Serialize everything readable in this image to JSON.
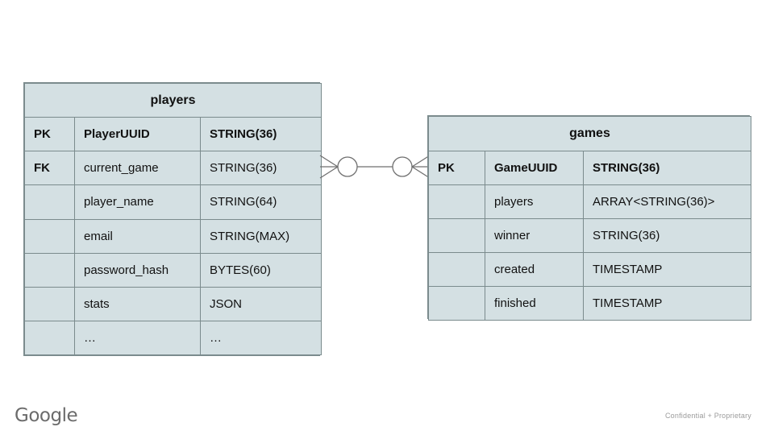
{
  "slide": {
    "background_color": "#ffffff",
    "entity_fill_color": "#d4e0e3",
    "entity_border_color": "#7b8b8d"
  },
  "entities": {
    "players": {
      "title": "players",
      "rows": [
        {
          "key": "PK",
          "field": "PlayerUUID",
          "type": "STRING(36)",
          "bold": true
        },
        {
          "key": "FK",
          "field": "current_game",
          "type": "STRING(36)",
          "bold": false
        },
        {
          "key": "",
          "field": "player_name",
          "type": "STRING(64)",
          "bold": false
        },
        {
          "key": "",
          "field": "email",
          "type": "STRING(MAX)",
          "bold": false
        },
        {
          "key": "",
          "field": "password_hash",
          "type": "BYTES(60)",
          "bold": false
        },
        {
          "key": "",
          "field": "stats",
          "type": "JSON",
          "bold": false
        },
        {
          "key": "",
          "field": "…",
          "type": "…",
          "bold": false
        }
      ]
    },
    "games": {
      "title": "games",
      "rows": [
        {
          "key": "PK",
          "field": "GameUUID",
          "type": "STRING(36)",
          "bold": true
        },
        {
          "key": "",
          "field": "players",
          "type": "ARRAY<STRING(36)>",
          "bold": false
        },
        {
          "key": "",
          "field": "winner",
          "type": "STRING(36)",
          "bold": false
        },
        {
          "key": "",
          "field": "created",
          "type": "TIMESTAMP",
          "bold": false
        },
        {
          "key": "",
          "field": "finished",
          "type": "TIMESTAMP",
          "bold": false
        }
      ]
    }
  },
  "relationship": {
    "from": "players",
    "to": "games",
    "notation": "crows-foot",
    "left_cardinality": "zero-or-many",
    "right_cardinality": "zero-or-many",
    "line_color": "#6f6f6f"
  },
  "footer": {
    "logo_text": "Google",
    "note": "Confidential + Proprietary"
  }
}
